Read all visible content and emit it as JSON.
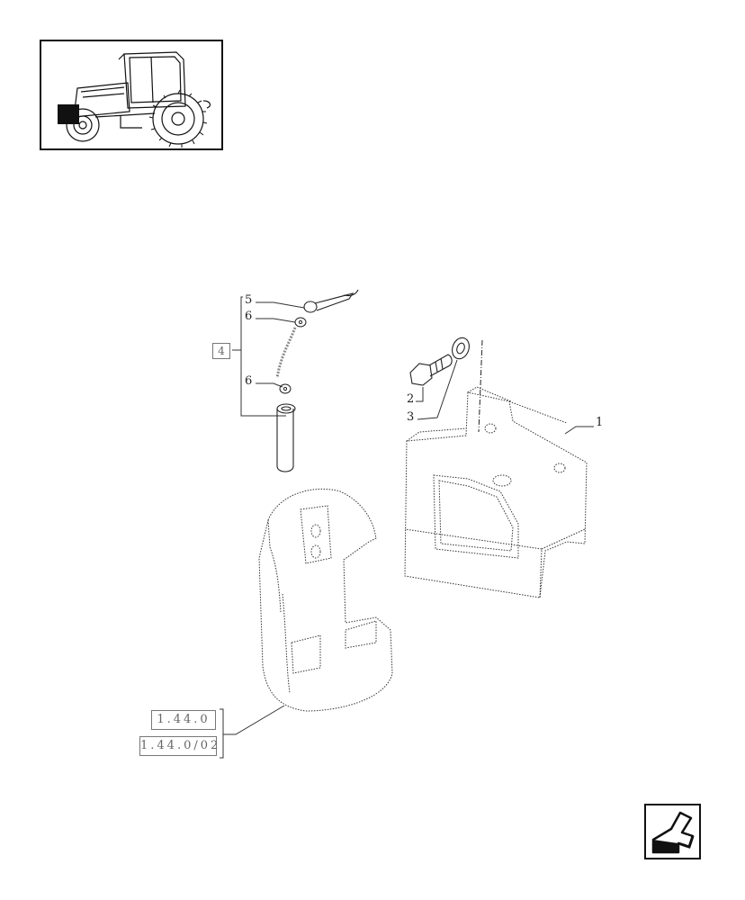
{
  "callouts": {
    "c1": "1",
    "c2": "2",
    "c3": "3",
    "c4": "4",
    "c5": "5",
    "c6a": "6",
    "c6b": "6"
  },
  "references": {
    "ref_a": "1.44.0",
    "ref_b": "1.44.0/02"
  },
  "icons": {
    "thumbnail": "tractor-icon",
    "navigation": "next-page-arrow-icon"
  }
}
